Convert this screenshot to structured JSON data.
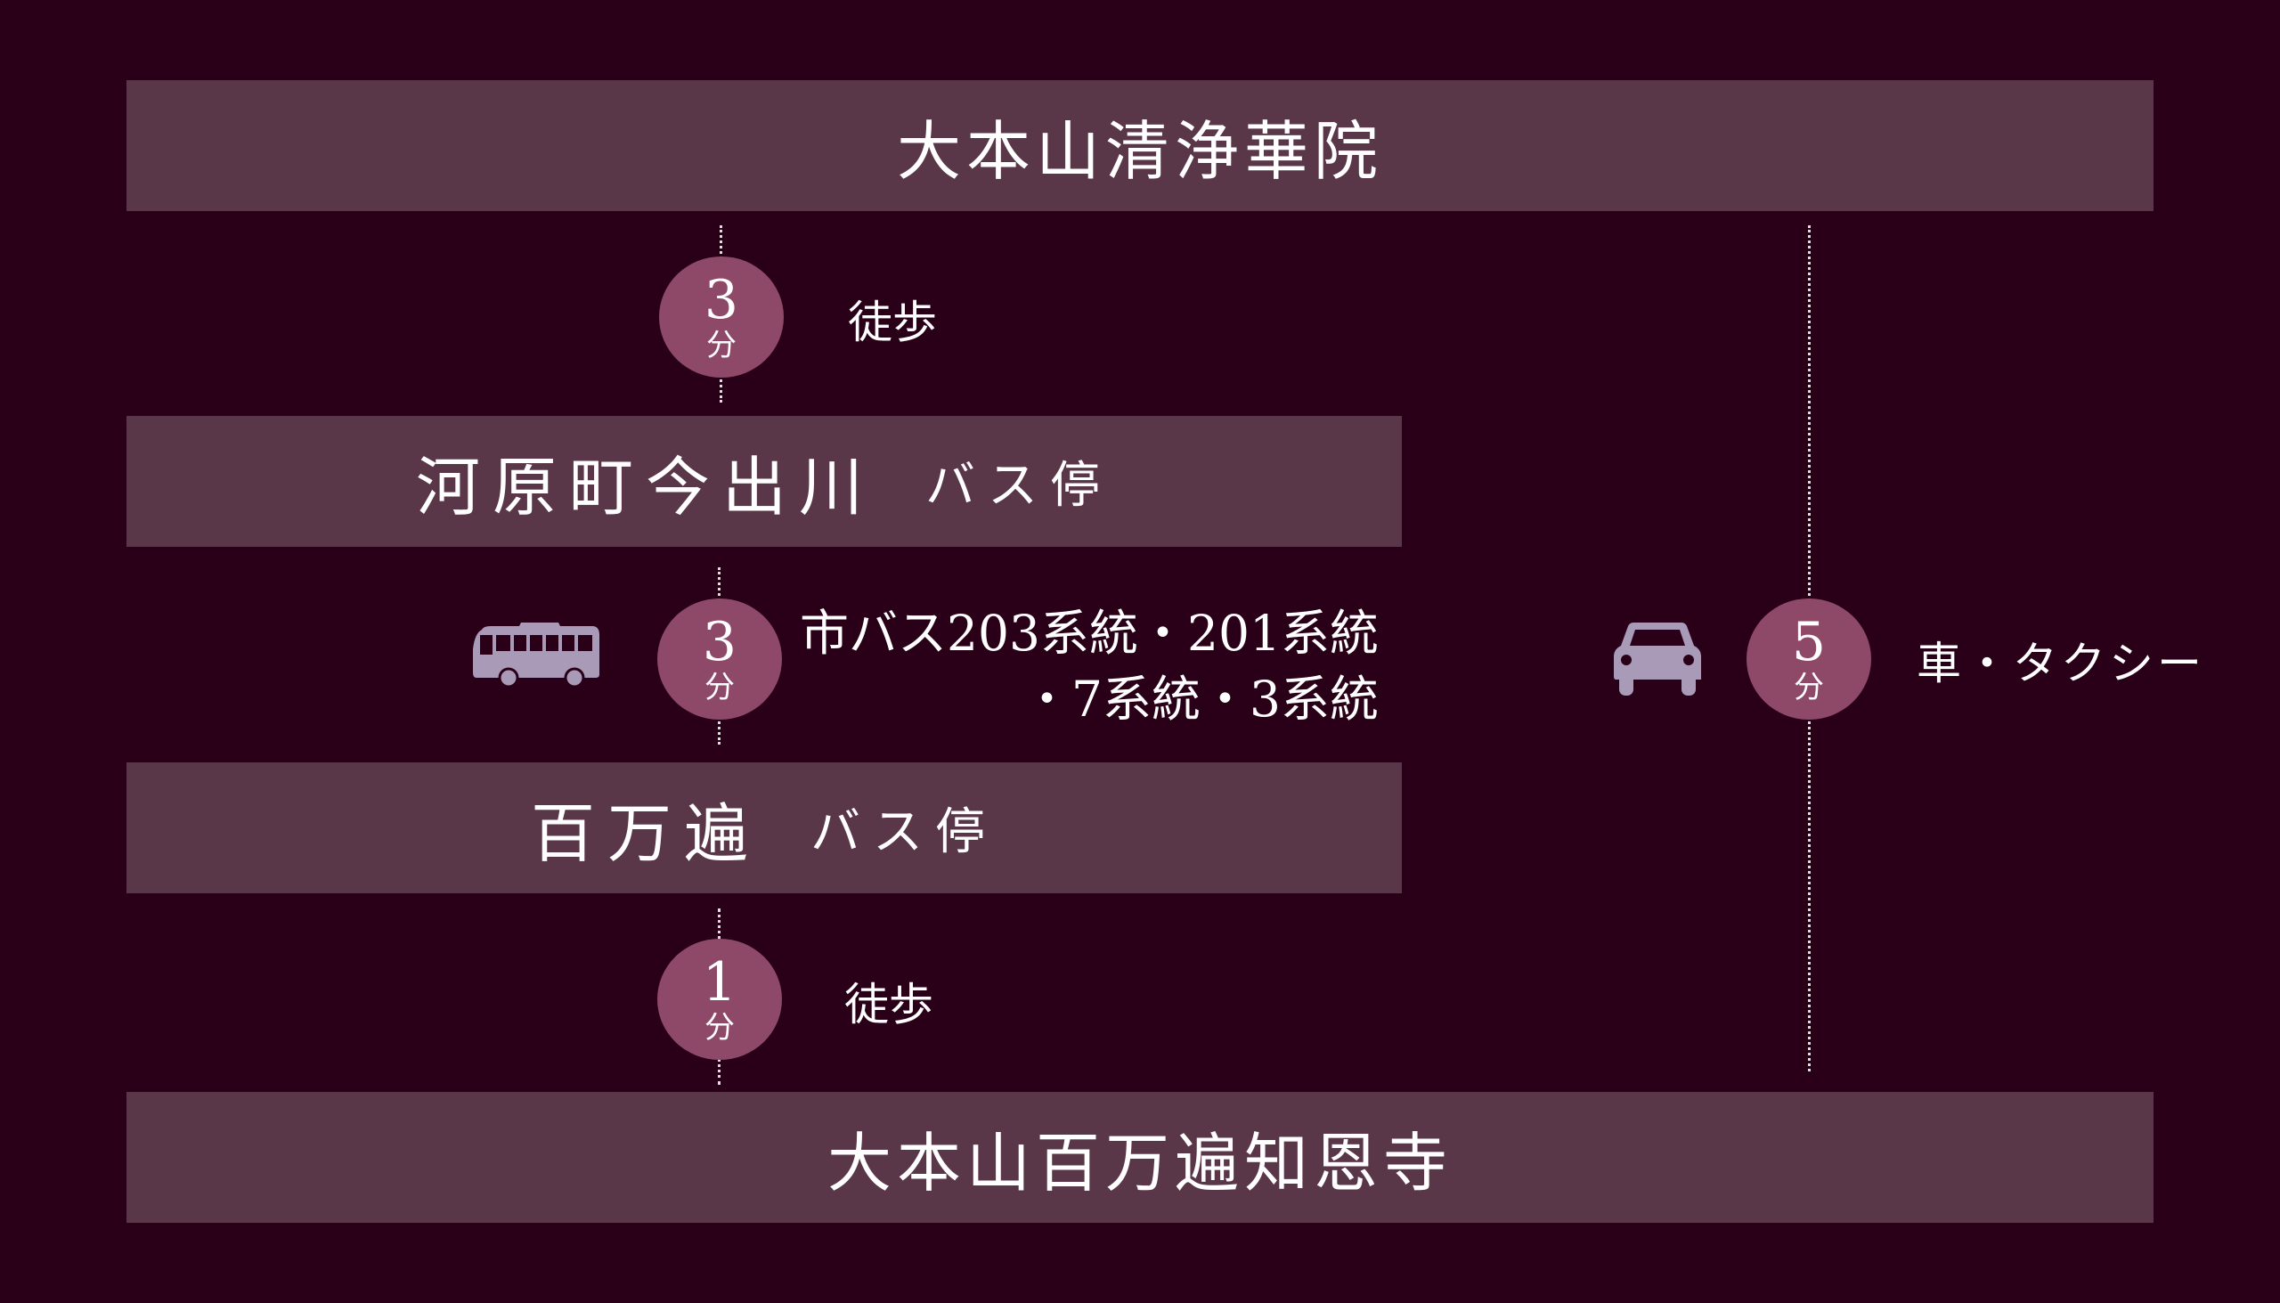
{
  "stations": {
    "start": "大本山清浄華院",
    "stop1": {
      "name": "河原町今出川",
      "suffix": "バス停"
    },
    "stop2": {
      "name": "百万遍",
      "suffix": "バス停"
    },
    "end": "大本山百万遍知恩寺"
  },
  "legs": {
    "walk1": {
      "minutes": "3",
      "unit": "分",
      "mode": "徒歩"
    },
    "bus": {
      "minutes": "3",
      "unit": "分",
      "line1": "市バス203系統・201系統",
      "line2": "・7系統・3系統",
      "icon": "bus-icon"
    },
    "walk2": {
      "minutes": "1",
      "unit": "分",
      "mode": "徒歩"
    },
    "car": {
      "minutes": "5",
      "unit": "分",
      "mode": "車・タクシー",
      "icon": "car-icon"
    }
  },
  "colors": {
    "background": "#2a0019",
    "box": "#5a3649",
    "circle": "#8e4868",
    "icon": "#a99ab8"
  }
}
